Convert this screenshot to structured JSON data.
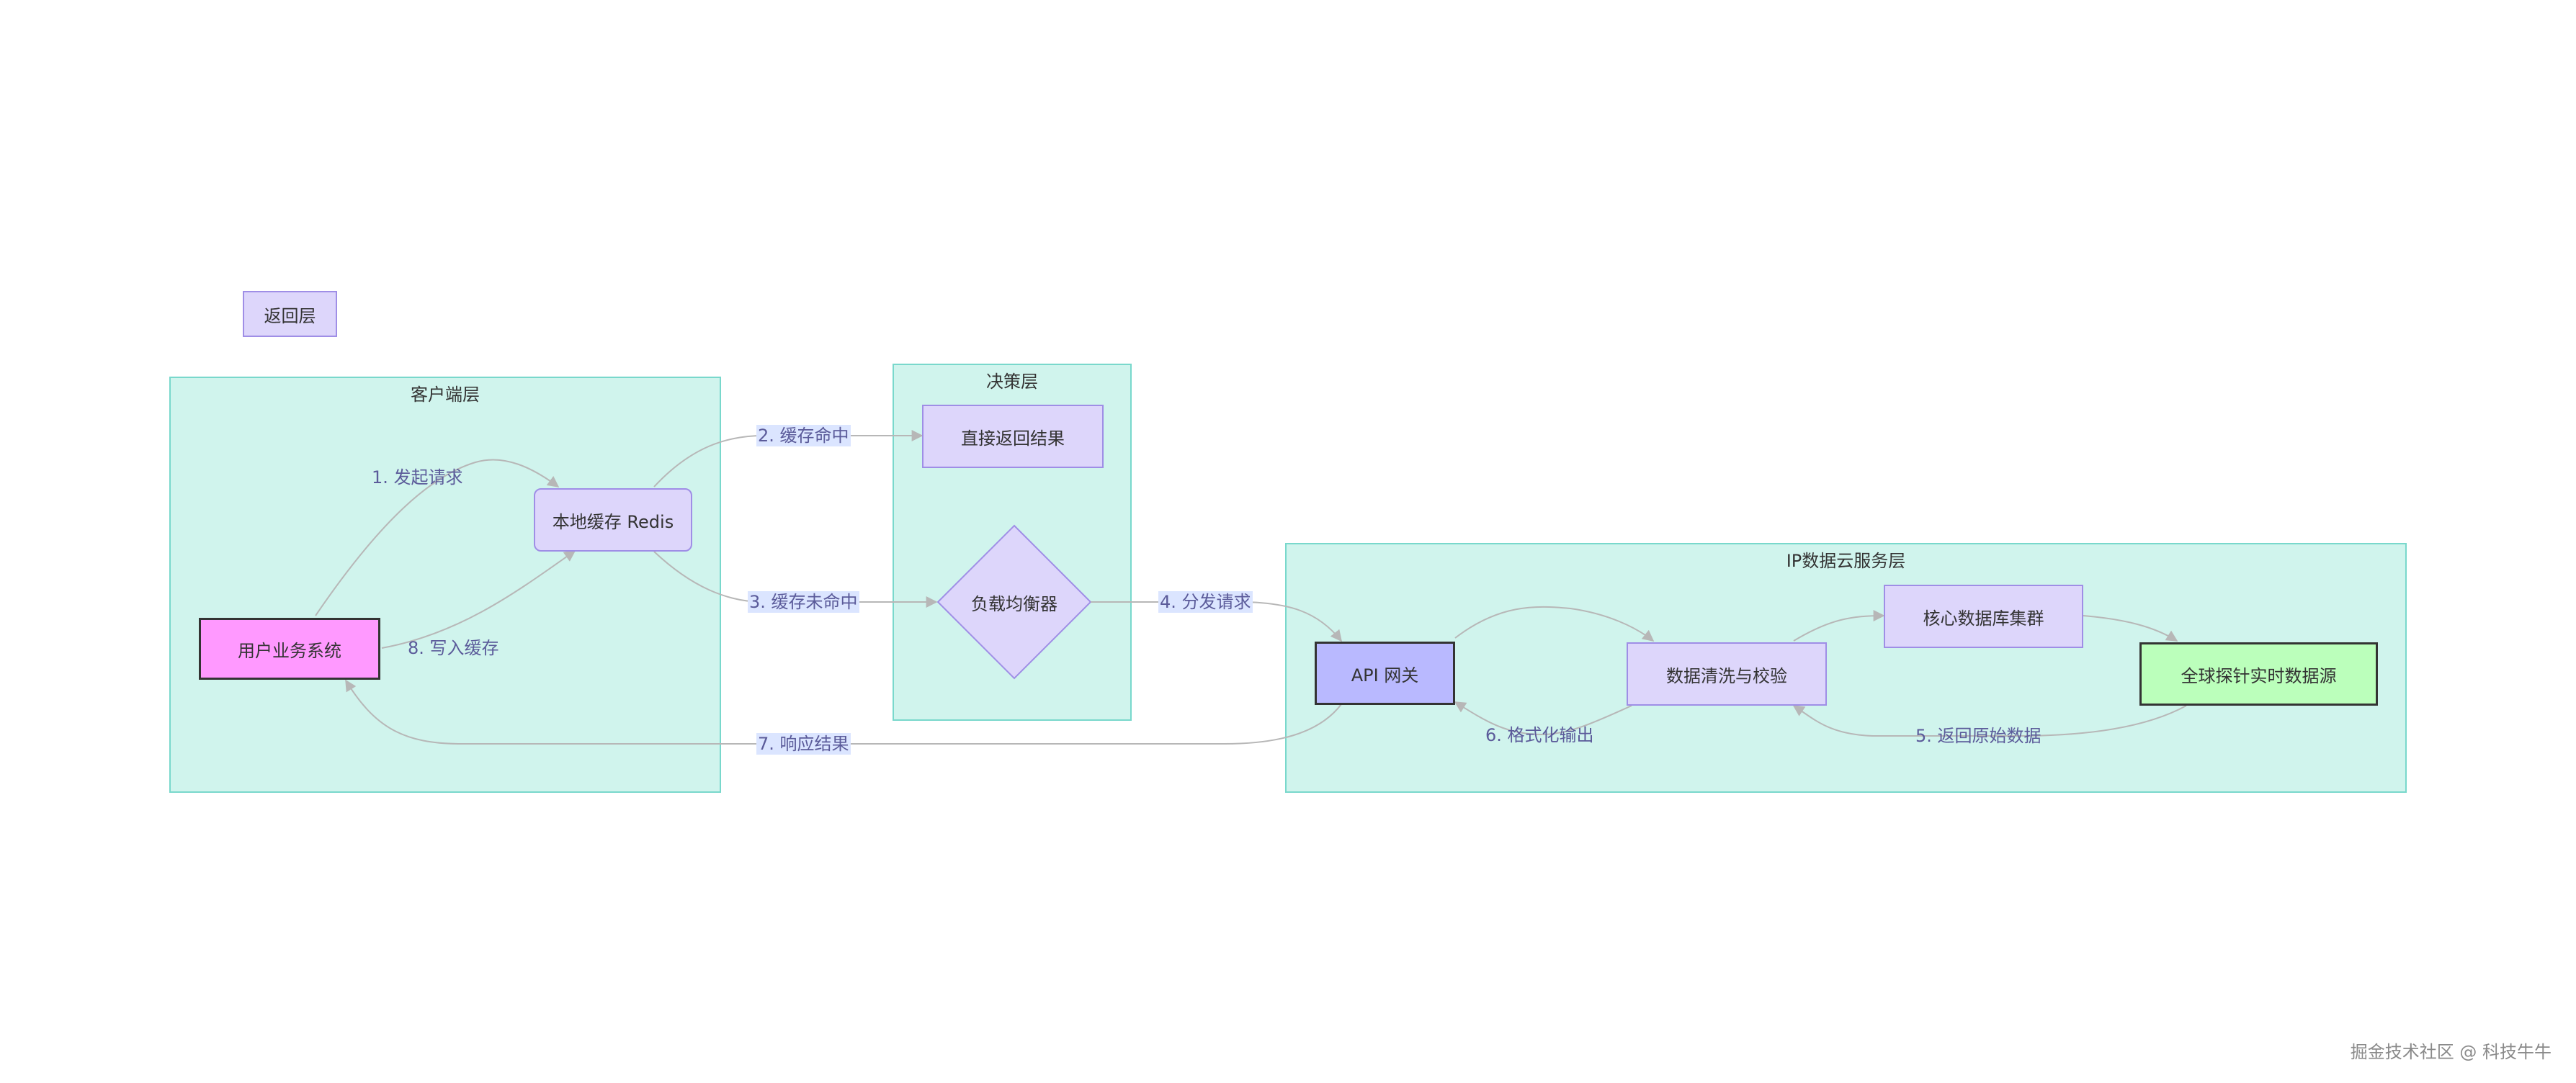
{
  "colors": {
    "cluster_fill": "#d0f4ed",
    "cluster_stroke": "#79d8cc",
    "node_fill": "#ddd6fb",
    "node_stroke": "#9f8ee6",
    "client_fill": "#ff99ff",
    "gateway_fill": "#b9b9ff",
    "source_fill": "#bbffbb",
    "edge": "#b7b7b7",
    "edge_label_bg": "#dbe5ff"
  },
  "legend": {
    "label": "返回层"
  },
  "clusters": {
    "client": {
      "title": "客户端层"
    },
    "decision": {
      "title": "决策层"
    },
    "cloud": {
      "title": "IP数据云服务层"
    }
  },
  "nodes": {
    "user_system": {
      "label": "用户业务系统",
      "shape": "rect"
    },
    "redis": {
      "label": "本地缓存 Redis",
      "shape": "rounded-rect"
    },
    "direct_return": {
      "label": "直接返回结果",
      "shape": "rect"
    },
    "load_balancer": {
      "label": "负载均衡器",
      "shape": "diamond"
    },
    "api_gateway": {
      "label": "API 网关",
      "shape": "rect"
    },
    "cleaning": {
      "label": "数据清洗与校验",
      "shape": "rect"
    },
    "core_db": {
      "label": "核心数据库集群",
      "shape": "rect"
    },
    "global_source": {
      "label": "全球探针实时数据源",
      "shape": "rect"
    }
  },
  "edges": [
    {
      "id": "e1",
      "from": "user_system",
      "to": "redis",
      "label": "1. 发起请求"
    },
    {
      "id": "e2",
      "from": "redis",
      "to": "direct_return",
      "label": "2. 缓存命中"
    },
    {
      "id": "e3",
      "from": "redis",
      "to": "load_balancer",
      "label": "3. 缓存未命中"
    },
    {
      "id": "e4",
      "from": "load_balancer",
      "to": "api_gateway",
      "label": "4. 分发请求"
    },
    {
      "id": "e5",
      "from": "global_source",
      "to": "cleaning",
      "label": "5. 返回原始数据"
    },
    {
      "id": "e6",
      "from": "cleaning",
      "to": "api_gateway",
      "label": "6. 格式化输出"
    },
    {
      "id": "e7",
      "from": "api_gateway",
      "to": "user_system",
      "label": "7. 响应结果"
    },
    {
      "id": "e8",
      "from": "user_system",
      "to": "redis",
      "label": "8. 写入缓存"
    },
    {
      "id": "e9",
      "from": "api_gateway",
      "to": "cleaning",
      "label": ""
    },
    {
      "id": "e10",
      "from": "cleaning",
      "to": "core_db",
      "label": ""
    },
    {
      "id": "e11",
      "from": "core_db",
      "to": "global_source",
      "label": ""
    }
  ],
  "watermark": "掘金技术社区 @ 科技牛牛"
}
